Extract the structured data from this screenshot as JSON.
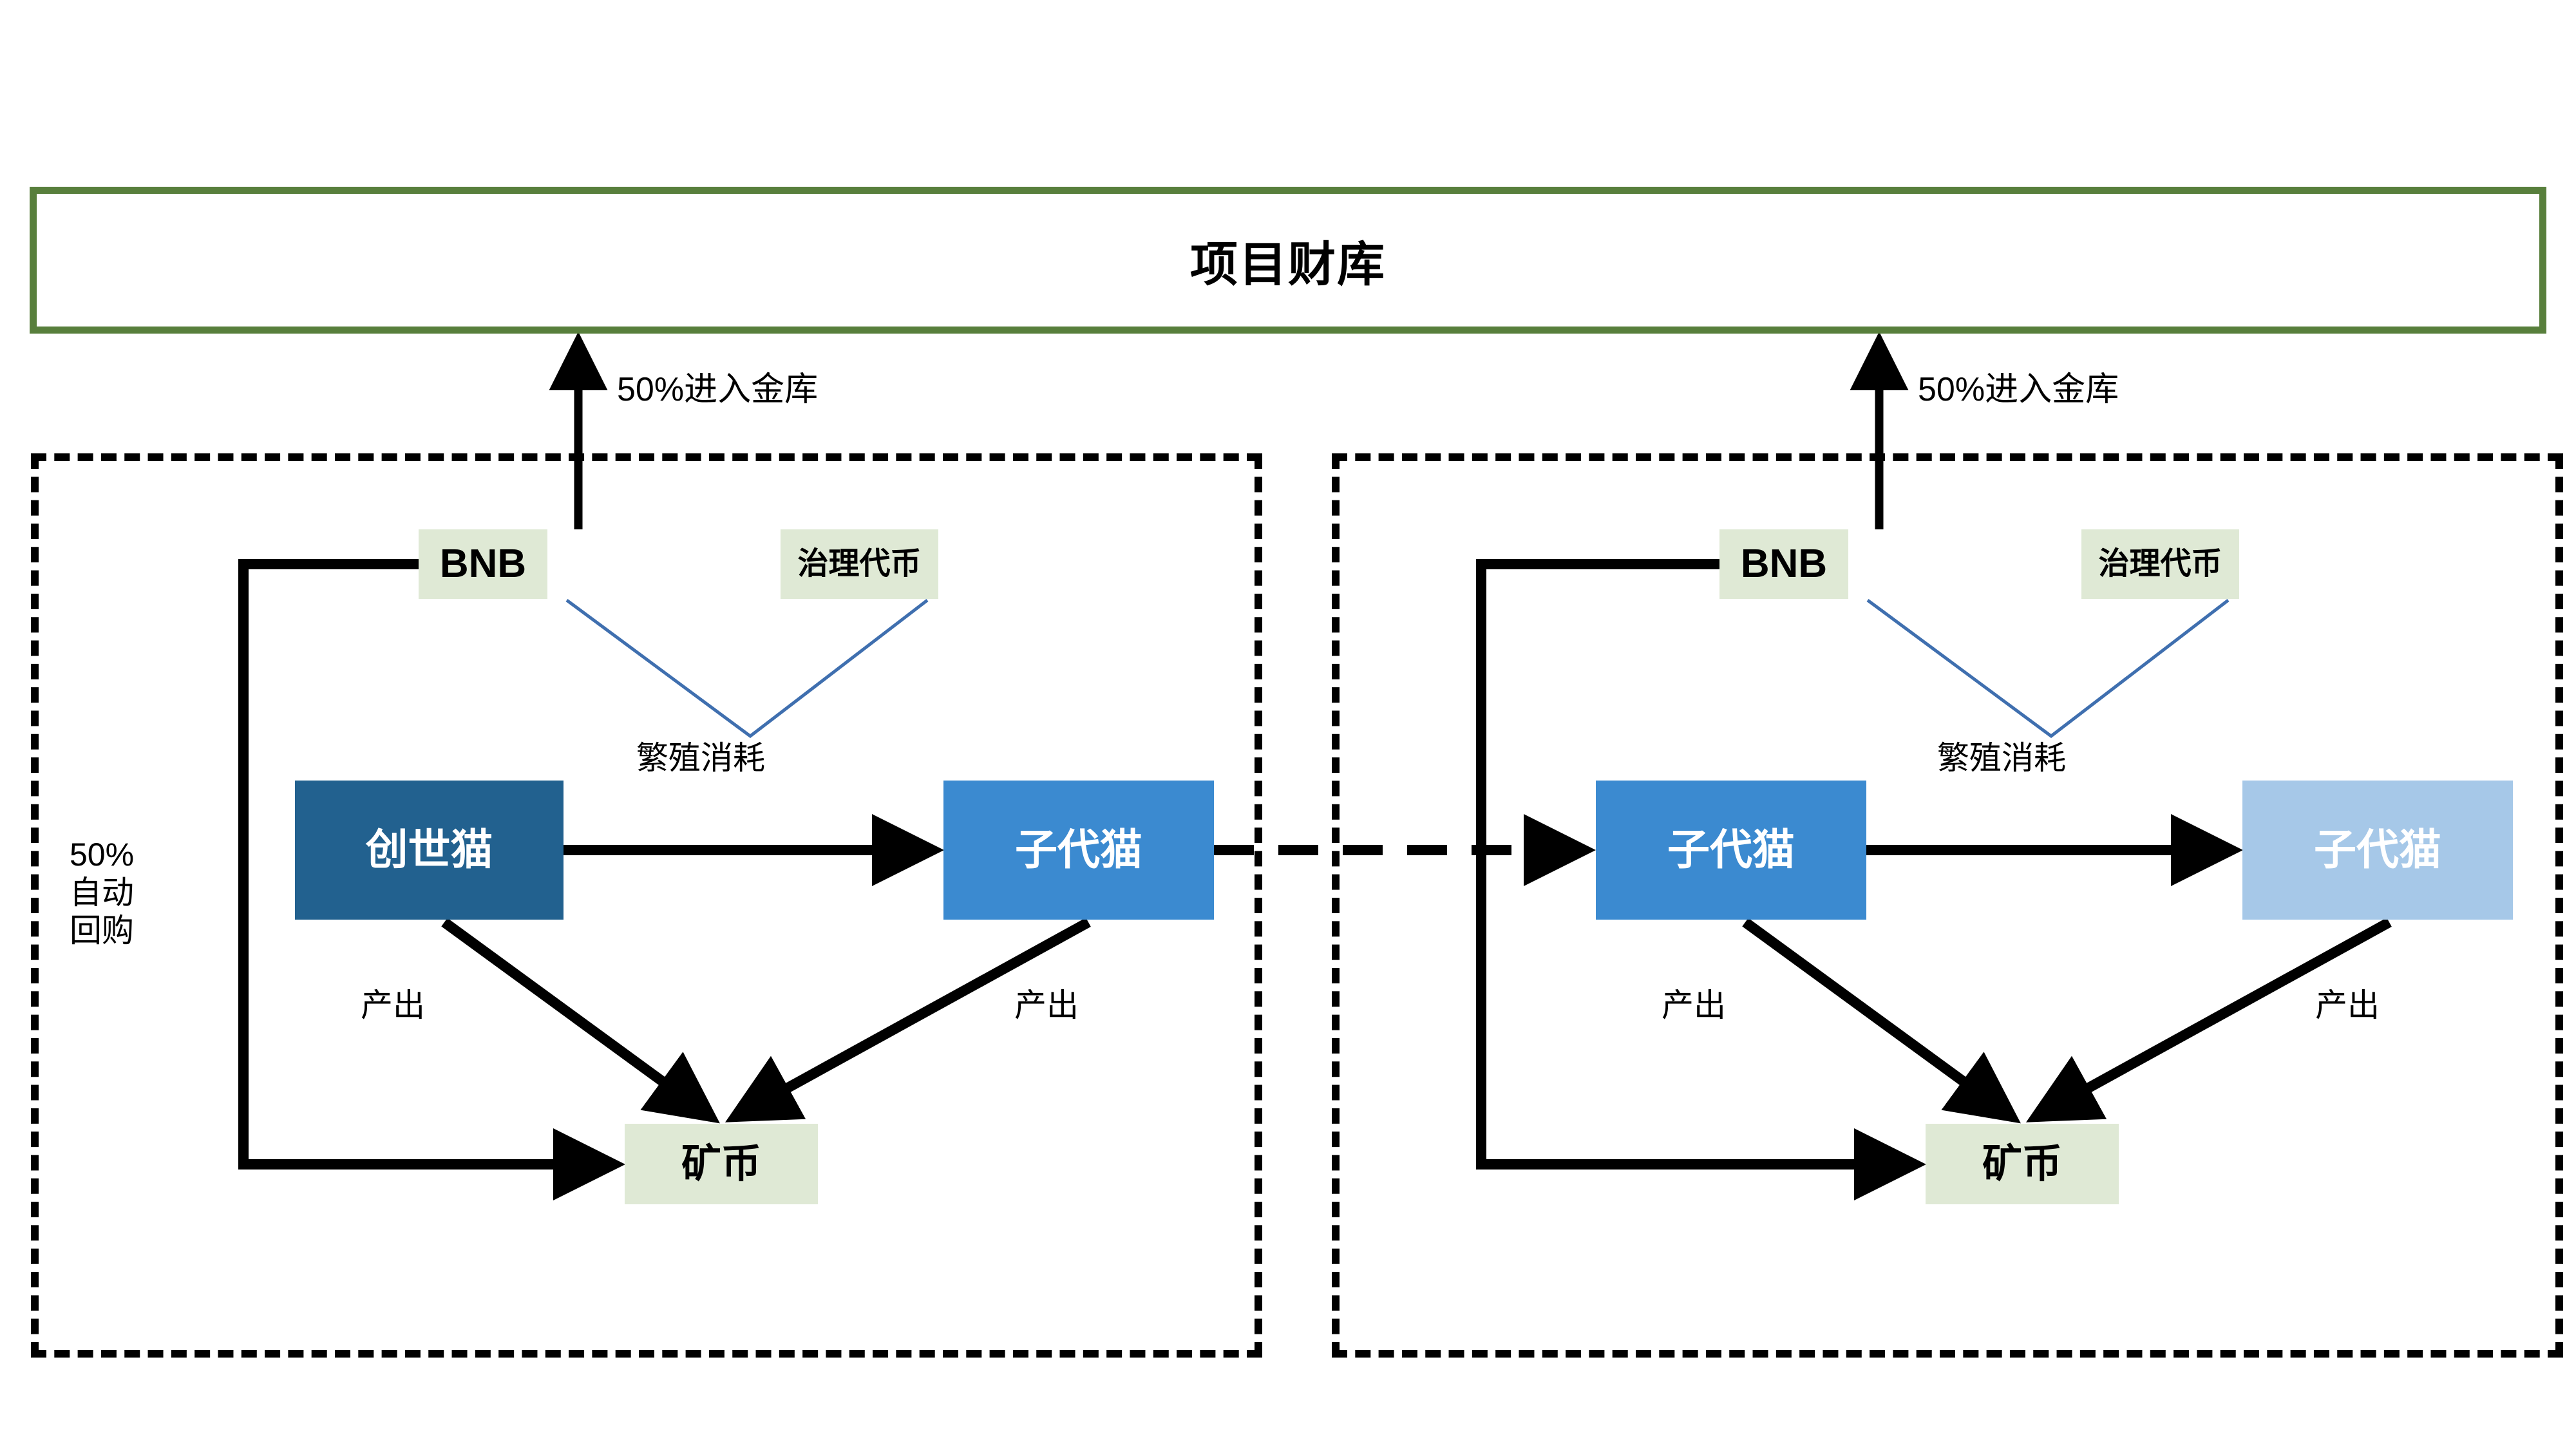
{
  "diagram": {
    "title": "项目财库",
    "accent_green_border": "#587F3C",
    "node_green_bg": "#DFE9D5",
    "genesis_blue": "#22618F",
    "child_blue": "#3B8AD0",
    "child_blue_light": "#A6C8E8",
    "connector_blue": "#3F6FAF",
    "connector_black": "#000000"
  },
  "treasury": {
    "label": "项目财库"
  },
  "panel_left": {
    "bnb": "BNB",
    "gov_token": "治理代币",
    "genesis_cat": "创世猫",
    "child_cat": "子代猫",
    "mine_coin": "矿币",
    "vault_label": "50%进入金库",
    "breed_label": "繁殖消耗",
    "output_label_1": "产出",
    "output_label_2": "产出",
    "buyback_label": "50%\n自动\n回购"
  },
  "panel_right": {
    "bnb": "BNB",
    "gov_token": "治理代币",
    "child_cat_source": "子代猫",
    "child_cat_target": "子代猫",
    "mine_coin": "矿币",
    "vault_label": "50%进入金库",
    "breed_label": "繁殖消耗",
    "output_label_1": "产出",
    "output_label_2": "产出"
  }
}
